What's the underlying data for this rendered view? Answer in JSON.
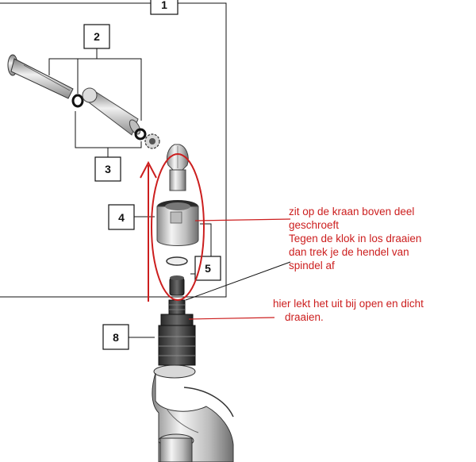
{
  "callouts": {
    "c1": "1",
    "c2": "2",
    "c3": "3",
    "c4": "4",
    "c5": "5",
    "c8": "8"
  },
  "notes": {
    "top": "zit op de kraan boven deel\ngeschroeft\nTegen de klok in los draaien\ndan trek je de hendel van\nspindel af",
    "bottom": "hier lekt het uit bij open en dicht\n    draaien."
  },
  "colors": {
    "annotation_red": "#cc1e1e",
    "line_black": "#111111"
  }
}
